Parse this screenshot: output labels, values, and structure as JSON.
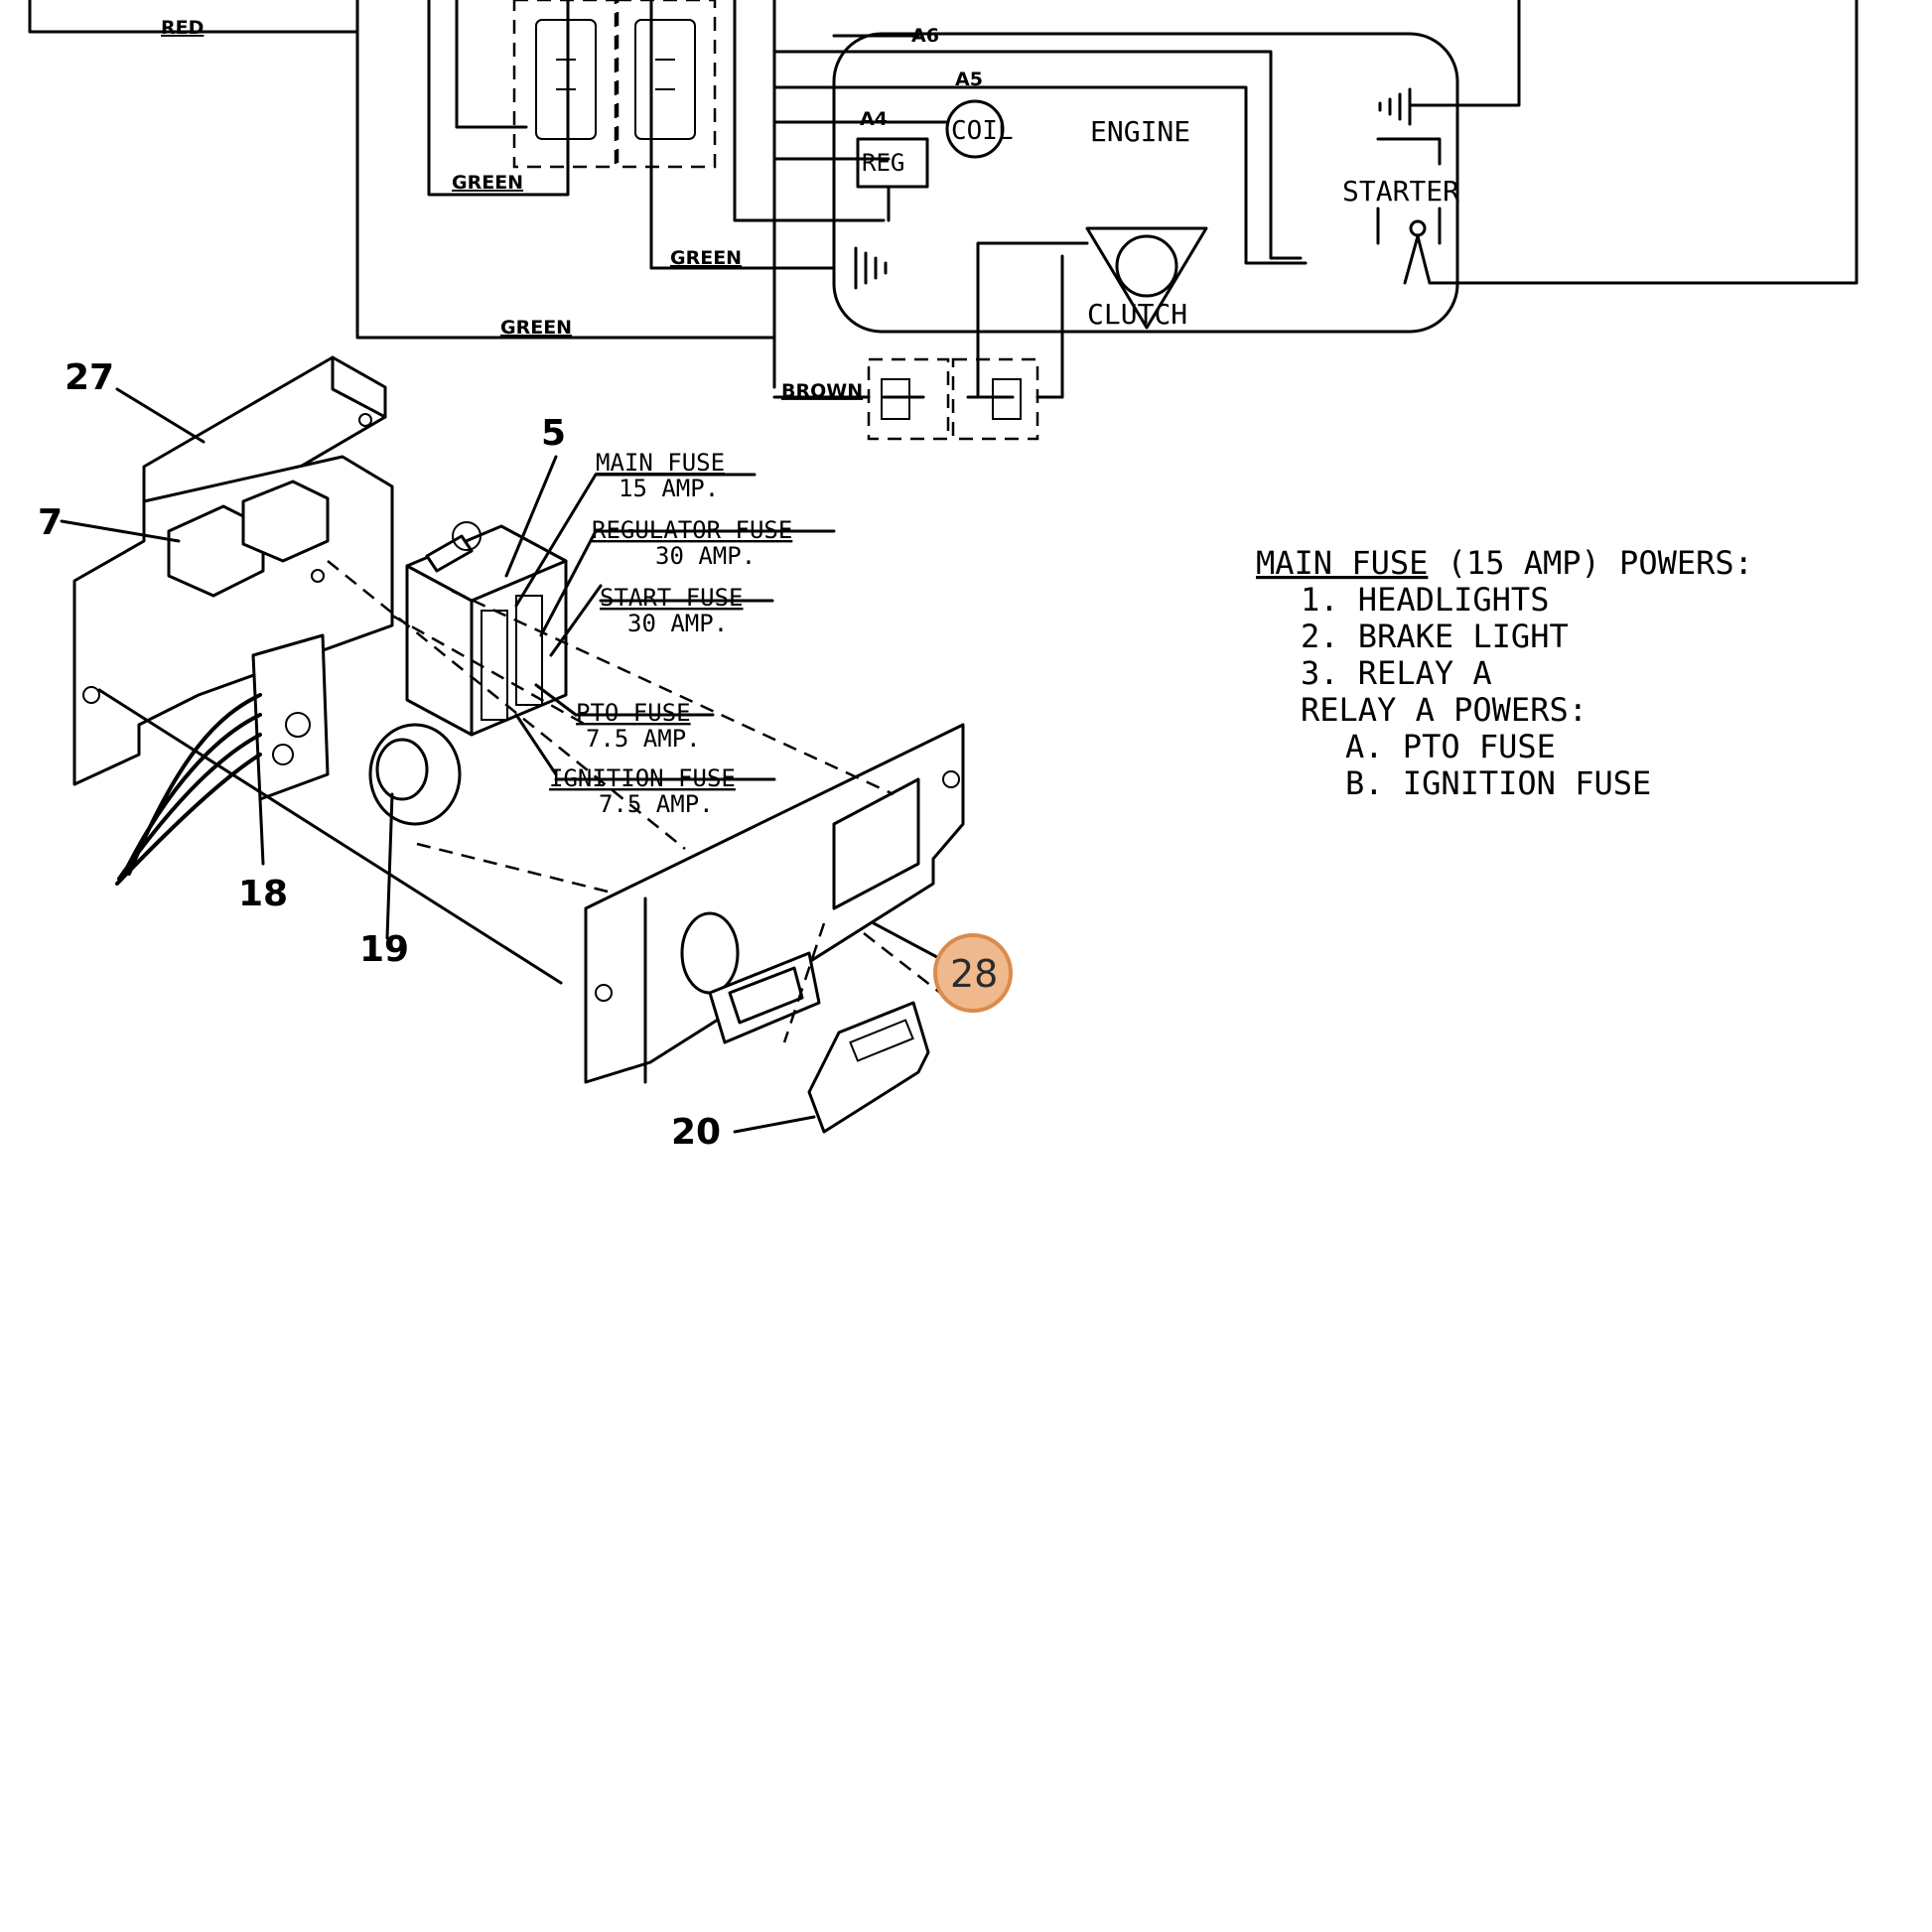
{
  "wiring": {
    "red": "RED",
    "green_1": "GREEN",
    "green_2": "GREEN",
    "green_3": "GREEN",
    "brown": "BROWN",
    "a4": "A4",
    "a5": "A5",
    "a6": "A6",
    "reg": "REG",
    "coil": "COIL",
    "engine": "ENGINE",
    "starter": "STARTER",
    "clutch": "CLUTCH"
  },
  "callouts": {
    "c27": "27",
    "c7": "7",
    "c5": "5",
    "c18": "18",
    "c19": "19",
    "c20": "20",
    "c28": "28"
  },
  "fuses": {
    "main_name": "MAIN FUSE",
    "main_rating": "15 AMP.",
    "regulator_name": "REGULATOR FUSE",
    "regulator_rating": "30 AMP.",
    "start_name": "START FUSE",
    "start_rating": "30 AMP.",
    "pto_name": "PTO FUSE",
    "pto_rating": "7.5 AMP.",
    "ignition_name": "IGNITION FUSE",
    "ignition_rating": "7.5 AMP."
  },
  "notes": {
    "heading_underlined": "MAIN FUSE",
    "heading_rest": " (15 AMP) POWERS:",
    "line1": "1. HEADLIGHTS",
    "line2": "2. BRAKE LIGHT",
    "line3": "3. RELAY A",
    "line4": "RELAY A POWERS:",
    "line5": "A. PTO FUSE",
    "line6": "B. IGNITION FUSE"
  },
  "highlight": {
    "color": "#efb98d"
  }
}
